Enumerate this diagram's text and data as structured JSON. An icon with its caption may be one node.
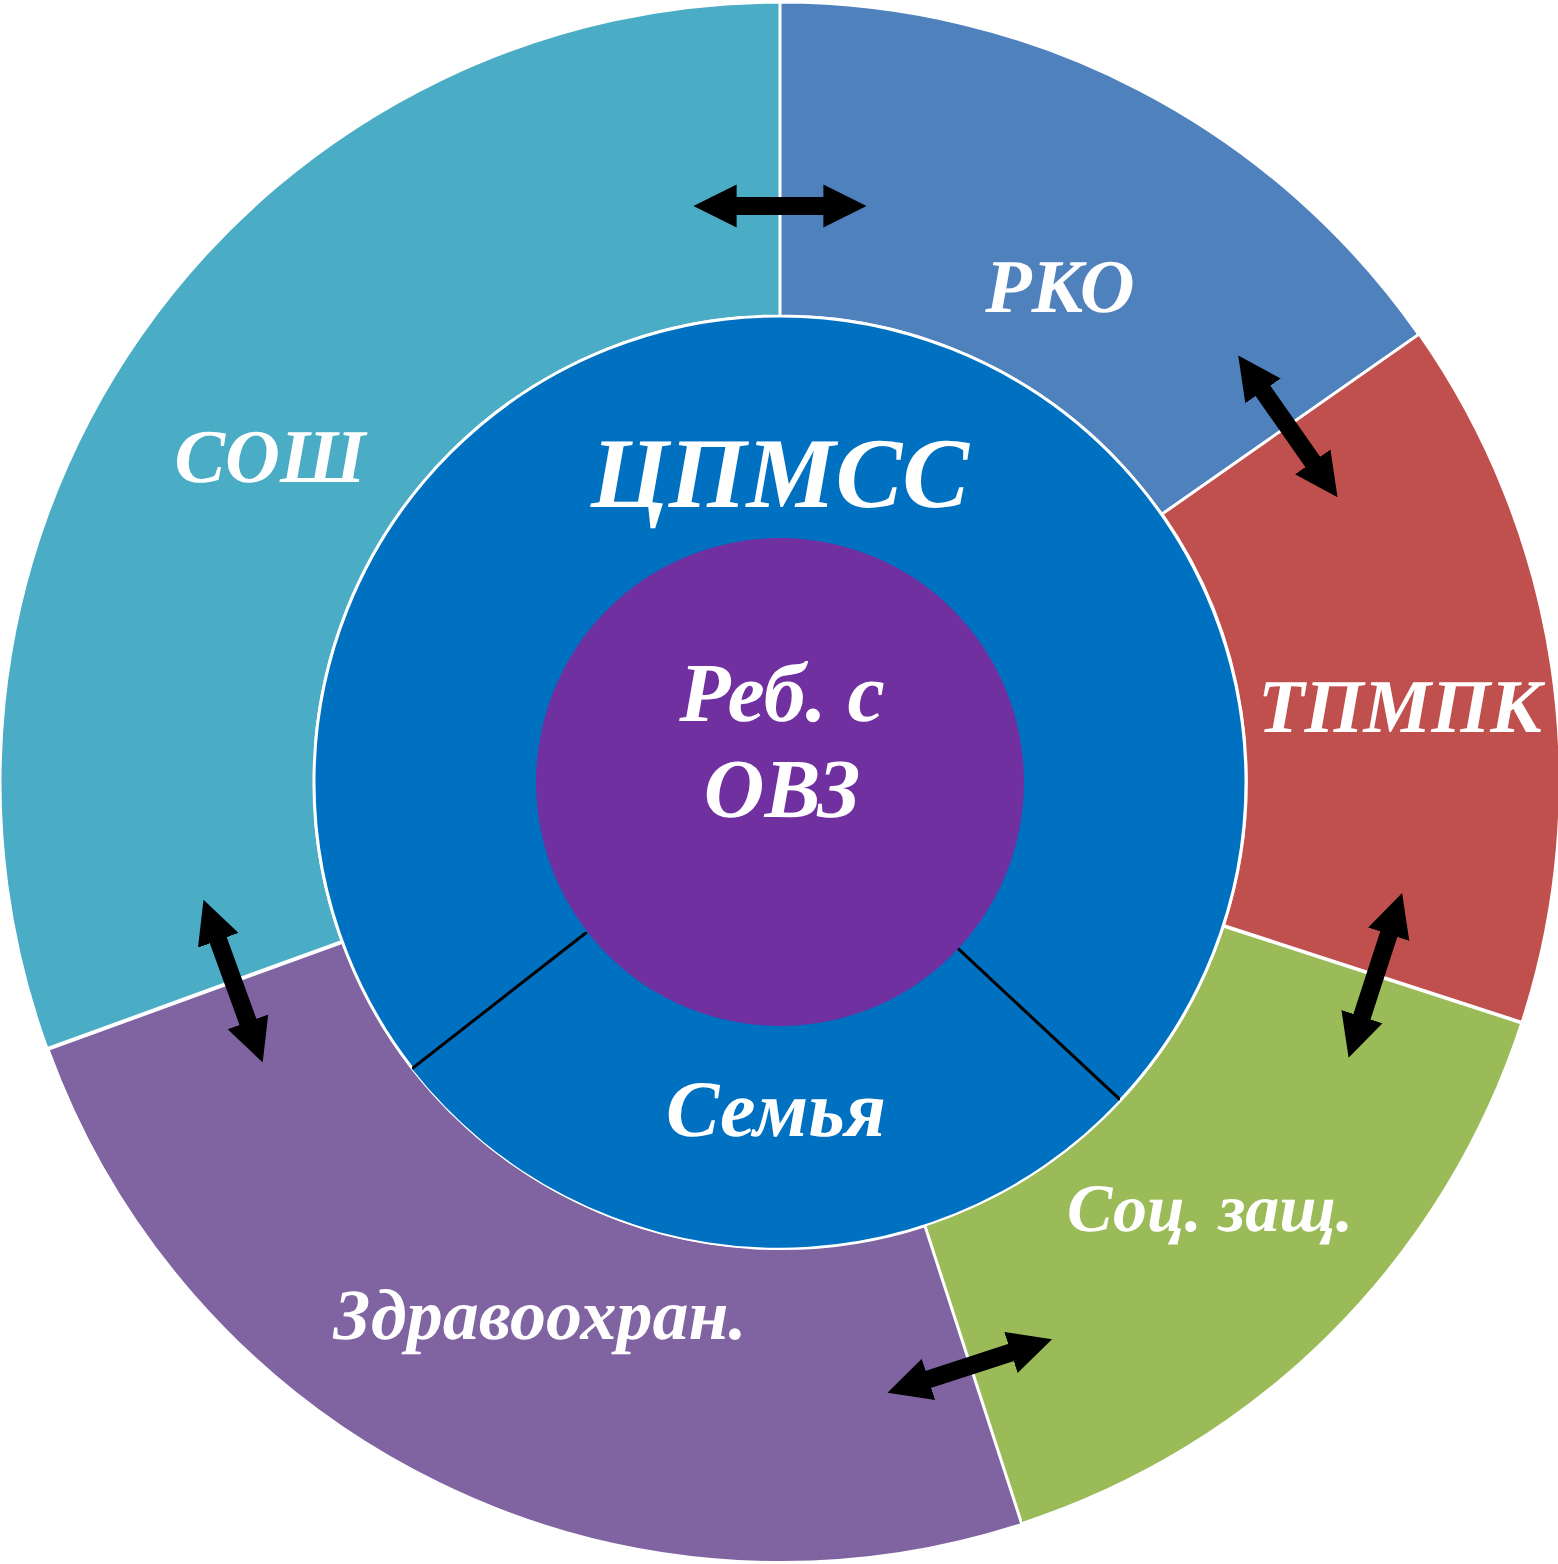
{
  "diagram": {
    "nodes": [
      {
        "text": [
          "СОШ"
        ]
      },
      {
        "text": [
          "РКО"
        ]
      },
      {
        "text": [
          "ТПМПК"
        ]
      },
      {
        "text": [
          "Соц. защ."
        ]
      },
      {
        "text": [
          "Здравоохран."
        ]
      },
      {
        "text": [
          "ЦПМСС"
        ]
      },
      {
        "text": [
          "Семья"
        ],
        "in": 5
      },
      {
        "text": [
          "Реб. с ОВЗ"
        ],
        "in": 5
      }
    ],
    "edges": [
      {
        "from": 0,
        "to": 1,
        "arrow": "both"
      },
      {
        "from": 1,
        "to": 2,
        "arrow": "both"
      },
      {
        "from": 2,
        "to": 3,
        "arrow": "both"
      },
      {
        "from": 3,
        "to": 4,
        "arrow": "both"
      },
      {
        "from": 4,
        "to": 0,
        "arrow": "both"
      }
    ]
  }
}
